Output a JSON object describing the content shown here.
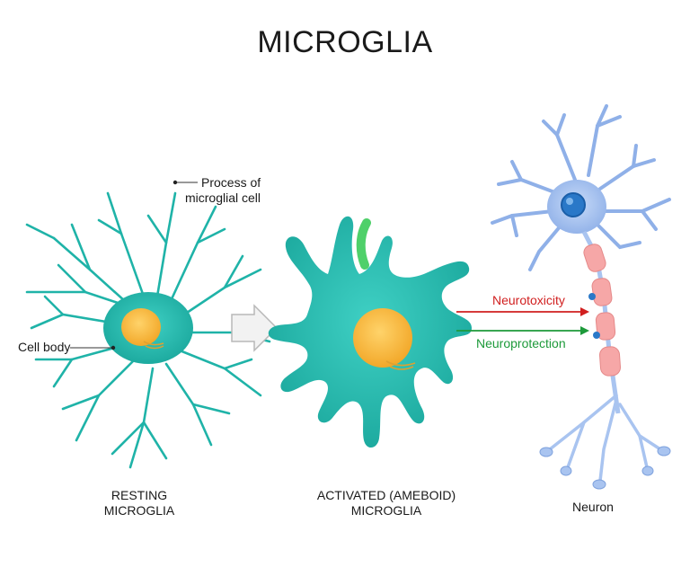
{
  "title": "MICROGLIA",
  "labels": {
    "process": "Process of",
    "process_line2": "microglial cell",
    "cell_body": "Cell body"
  },
  "captions": {
    "resting_line1": "RESTING",
    "resting_line2": "MICROGLIA",
    "activated_line1": "ACTIVATED (AMEBOID)",
    "activated_line2": "MICROGLIA",
    "neuron": "Neuron"
  },
  "arrows": {
    "neurotoxicity": "Neurotoxicity",
    "neuroprotection": "Neuroprotection"
  },
  "colors": {
    "microglia": "#1fb3a8",
    "microglia_dark": "#138a82",
    "nucleus": "#f7b733",
    "neuron": "#a9c4f0",
    "neuron_dark": "#6f95d6",
    "myelin": "#f6a7a7",
    "neurotoxicity": "#d11f1f",
    "neuroprotection": "#1d9a3a",
    "inclusion": "#4fd06a"
  }
}
